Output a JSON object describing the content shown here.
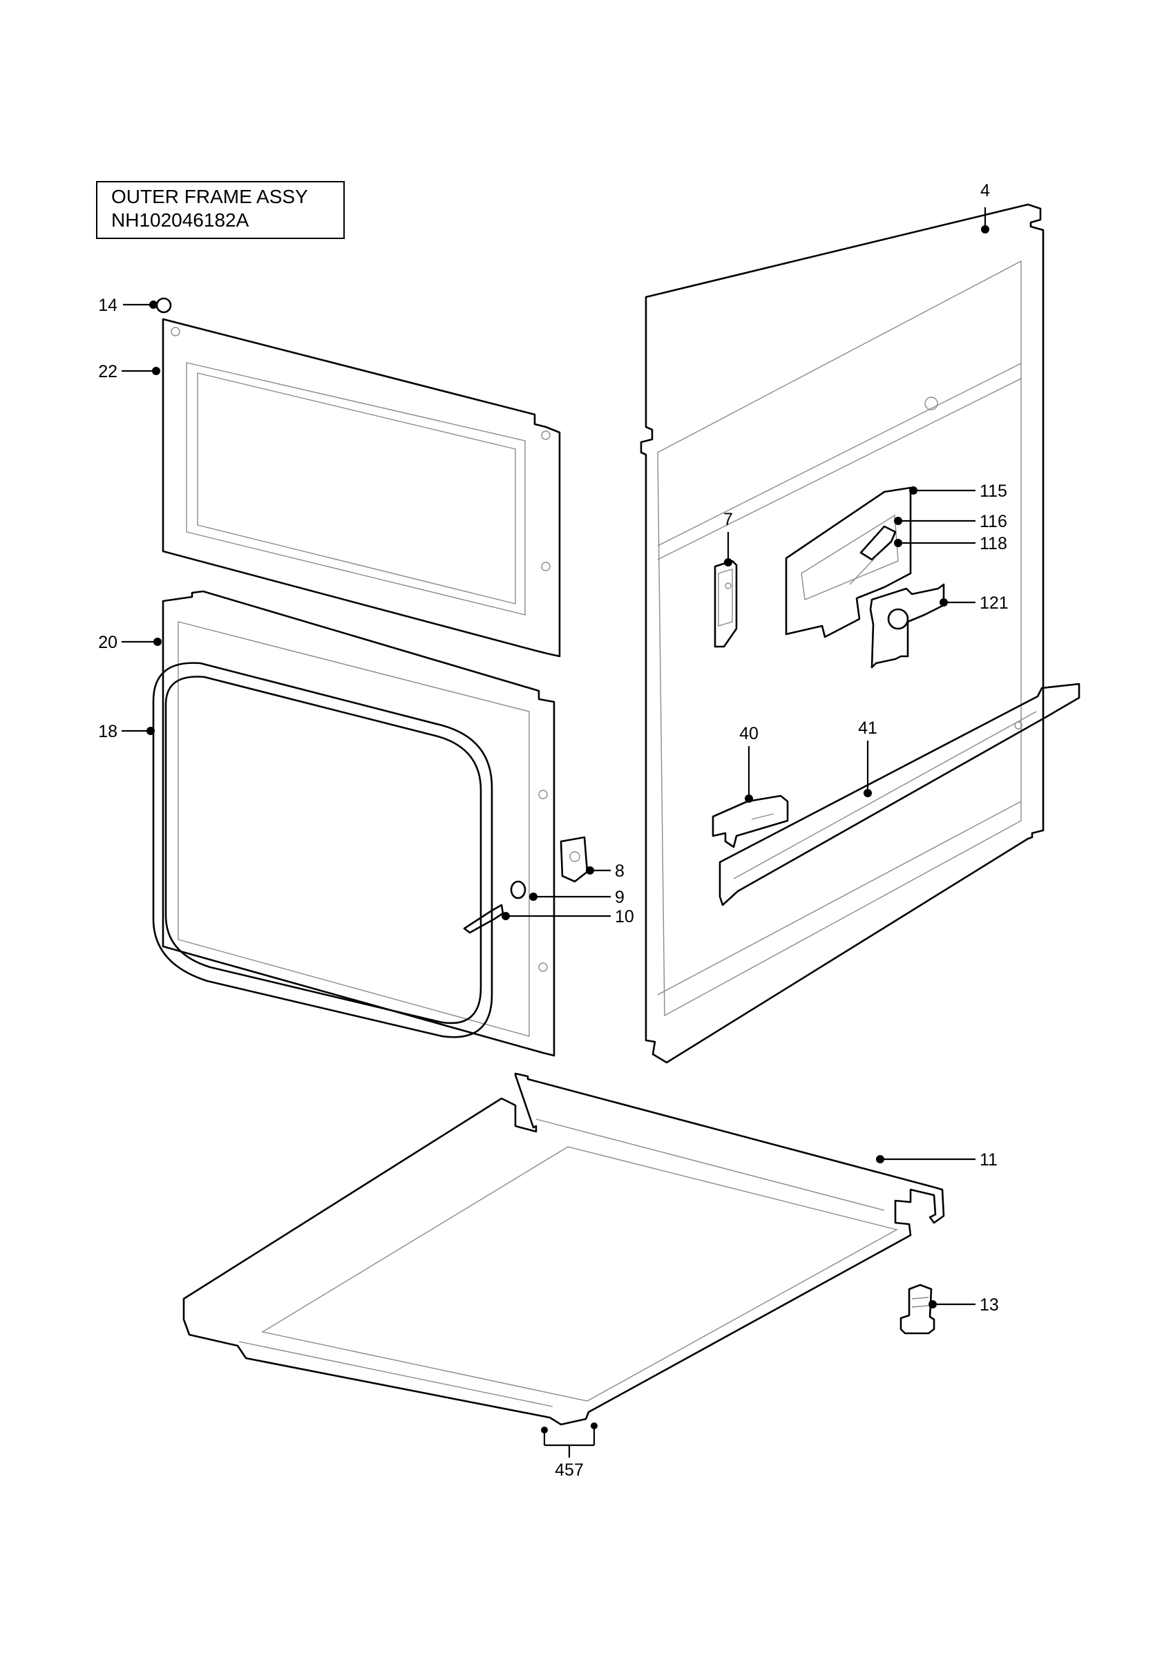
{
  "title": {
    "line1": "OUTER FRAME ASSY",
    "line2": "NH102046182A"
  },
  "callouts": {
    "c4": "4",
    "c14": "14",
    "c22": "22",
    "c20": "20",
    "c18": "18",
    "c7": "7",
    "c115": "115",
    "c116": "116",
    "c118": "118",
    "c121": "121",
    "c40": "40",
    "c41": "41",
    "c8": "8",
    "c9": "9",
    "c10": "10",
    "c11": "11",
    "c13": "13",
    "c457": "457"
  }
}
